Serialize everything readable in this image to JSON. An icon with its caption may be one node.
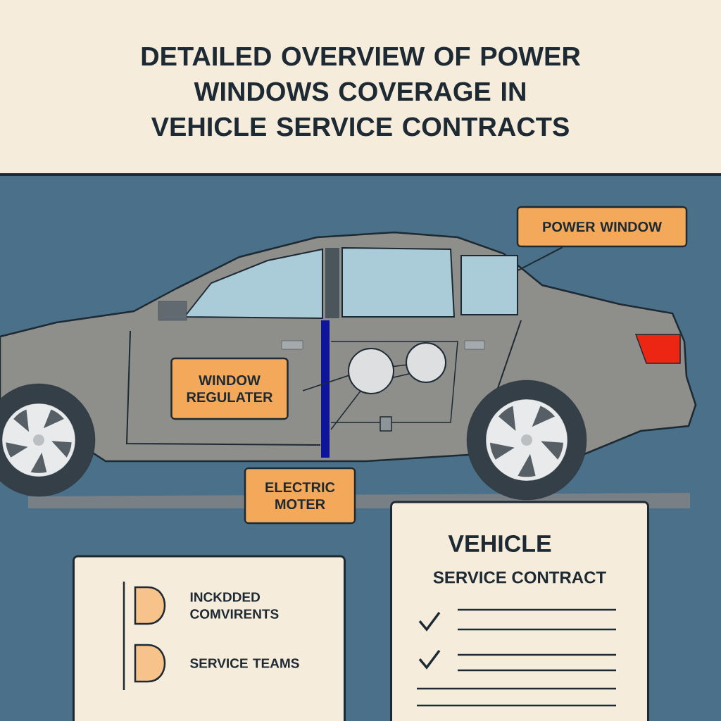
{
  "diagram": {
    "title": "DETAILED OVERVIEW OF POWER WINDOWS COVERAGE IN VEHICLE SERVICE CONTRACTS",
    "nodes": [
      {
        "text": [
          "POWER WINDOW"
        ]
      },
      {
        "text": [
          "WINDOW REGULATER"
        ]
      },
      {
        "text": [
          "ELECTRIC MOTER"
        ]
      },
      {
        "text": [
          "INCKDDED COMVIRENTS",
          "SERVICE TEAMS"
        ]
      },
      {
        "text": [
          "VEHICLE",
          "SERVICE CONTRACT"
        ]
      },
      {
        "text": [],
        "shape": "box"
      }
    ],
    "edges": [
      {
        "from": 0,
        "to": 5,
        "arrow": "none"
      }
    ]
  }
}
